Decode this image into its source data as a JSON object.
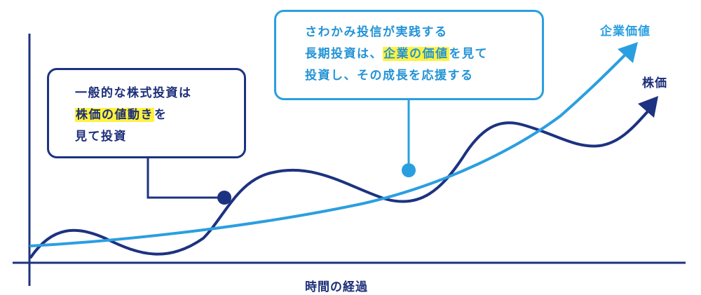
{
  "bubbles": {
    "stock_investing": {
      "line1": "一般的な株式投資は",
      "line2_highlight": "株価の値動き",
      "line2_rest": "を",
      "line3": "見て投資"
    },
    "sawakami": {
      "line1": "さわかみ投信が実践する",
      "line2_pre": "長期投資は、",
      "line2_highlight": "企業の価値",
      "line2_post": "を見て",
      "line3": "投資し、その成長を応援する"
    }
  },
  "labels": {
    "company_value": "企業価値",
    "stock_price": "株価",
    "x_axis": "時間の経過"
  },
  "colors": {
    "dark_navy": "#1d3280",
    "light_blue": "#2a9fe0",
    "highlight": "#fff23d"
  }
}
